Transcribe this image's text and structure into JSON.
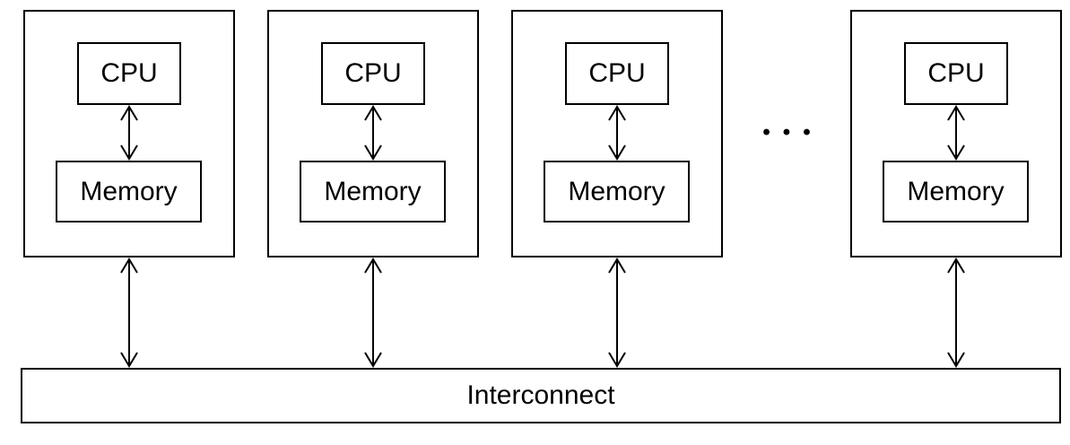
{
  "diagram": {
    "colors": {
      "stroke": "#000000",
      "background": "#ffffff",
      "text": "#000000"
    },
    "nodes": [
      {
        "cpu_label": "CPU",
        "memory_label": "Memory"
      },
      {
        "cpu_label": "CPU",
        "memory_label": "Memory"
      },
      {
        "cpu_label": "CPU",
        "memory_label": "Memory"
      },
      {
        "cpu_label": "CPU",
        "memory_label": "Memory"
      }
    ],
    "ellipsis": "•••",
    "interconnect_label": "Interconnect"
  }
}
